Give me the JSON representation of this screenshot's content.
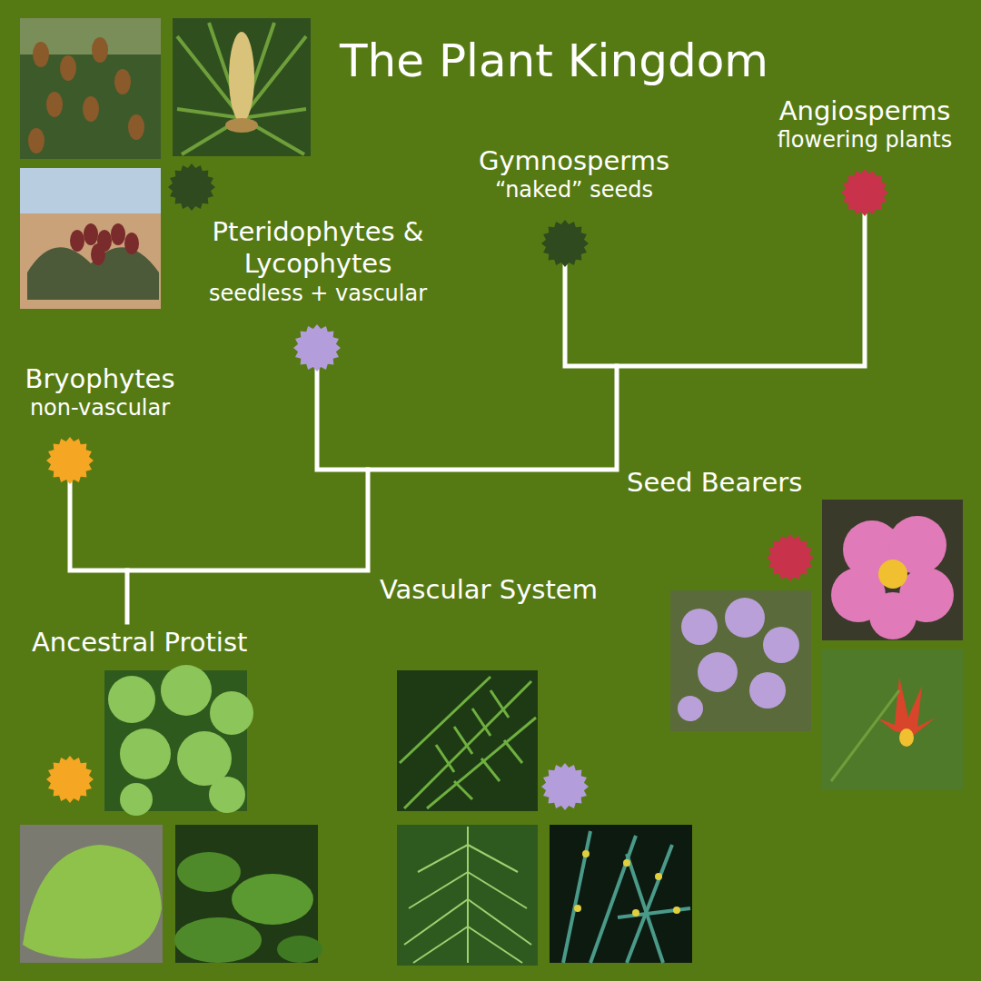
{
  "diagram": {
    "title": "The Plant Kingdom",
    "nodes": [
      {
        "text": [
          "Angiosperms",
          "flowering plants"
        ]
      },
      {
        "text": [
          "Gymnosperms",
          "“naked” seeds"
        ]
      },
      {
        "text": [
          "Pteridophytes & Lycophytes",
          "seedless + vascular"
        ]
      },
      {
        "text": [
          "Bryophytes",
          "non-vascular"
        ]
      }
    ],
    "labels": [
      "Seed Bearers",
      "Vascular System",
      "Ancestral Protist"
    ]
  }
}
